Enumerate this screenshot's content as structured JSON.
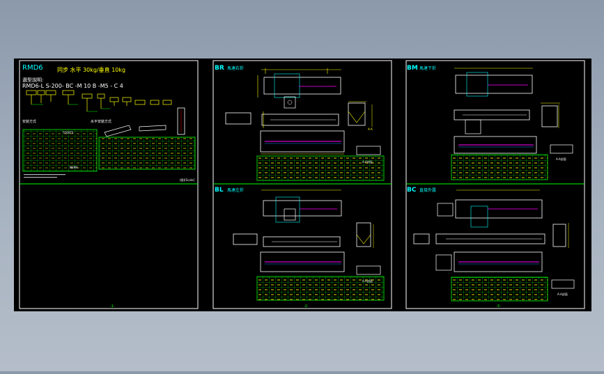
{
  "sheet1": {
    "model": "RMD6",
    "load_text": "同步  水平 30kg/垂直 10kg",
    "selection_title": "選型說明:",
    "code": "RMD6-L S-200- BC -M  10  B -M5  -  C  4",
    "table_a_header": "TOOLTS",
    "table_b_header": "NEMA",
    "page_tag": "(图)[Scale]",
    "page_num": "-1-"
  },
  "sheet2": {
    "panel_br_code": "BR",
    "panel_br_title": "馬達右折",
    "panel_bl_code": "BL",
    "panel_bl_title": "馬達左折",
    "view_label": "A-A剖面",
    "page_num": "-2-"
  },
  "sheet3": {
    "panel_bm_code": "BM",
    "panel_bm_title": "馬達下折",
    "panel_bc_code": "BC",
    "panel_bc_title": "直接外露",
    "view_label": "A-A剖面",
    "page_num": "-3-"
  },
  "colors": {
    "background": "#000000",
    "frame": "#ffffff",
    "border_line": "#00ff00",
    "dimension": "#ffff00",
    "table_text": "#ffff00",
    "title": "#00ffff",
    "part_outline": "#ffffff",
    "highlight": "#ff00ff"
  }
}
